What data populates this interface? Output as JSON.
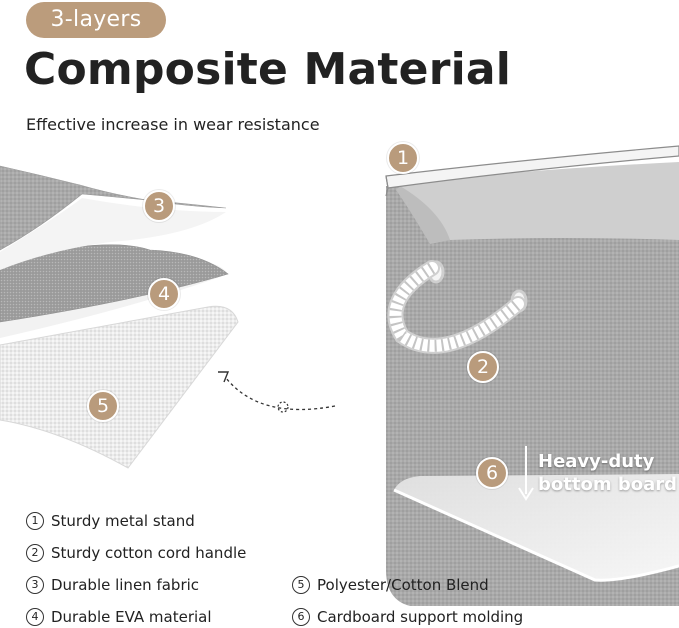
{
  "header": {
    "pill": "3-layers",
    "title": "Composite Material",
    "subtitle": "Effective increase in wear resistance"
  },
  "badges": [
    "1",
    "2",
    "3",
    "4",
    "5",
    "6"
  ],
  "board_label": {
    "line1": "Heavy-duty",
    "line2": "bottom board"
  },
  "legend": [
    {
      "num": "1",
      "text": "Sturdy metal stand"
    },
    {
      "num": "2",
      "text": "Sturdy cotton cord handle"
    },
    {
      "num": "3",
      "text": "Durable linen fabric"
    },
    {
      "num": "4",
      "text": "Durable EVA material"
    },
    {
      "num": "5",
      "text": "Polyester/Cotton Blend"
    },
    {
      "num": "6",
      "text": "Cardboard support molding"
    }
  ],
  "colors": {
    "accent": "#bb9c7c",
    "fabric_gray": "#a7a7a7",
    "fabric_light": "#e6e6e6"
  },
  "icons": [
    "down-arrow-icon",
    "dashed-curve-arrow-icon"
  ]
}
